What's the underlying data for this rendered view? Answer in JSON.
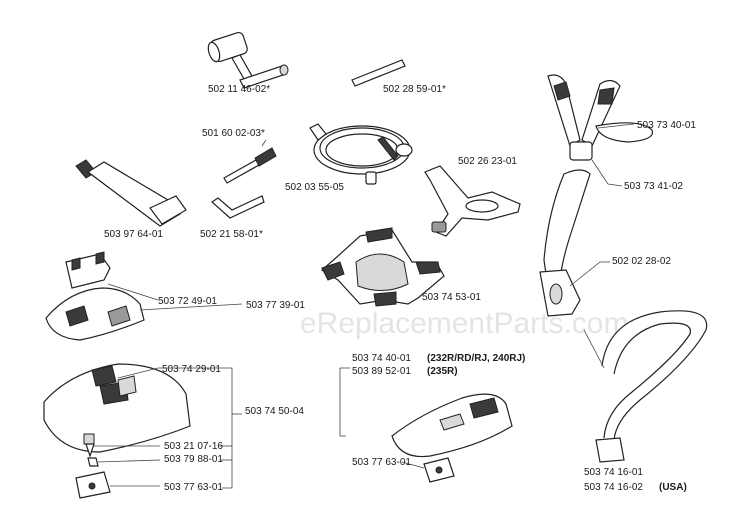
{
  "watermark": "eReplacementParts.com",
  "labels": {
    "p1": "502 11 46-02*",
    "p2": "502 28 59-01*",
    "p3": "501 60 02-03*",
    "p4": "502 03 55-05",
    "p5": "502 26 23-01",
    "p6": "503 97 64-01",
    "p7": "502 21 58-01*",
    "p8": "503 72 49-01",
    "p9": "503 77 39-01",
    "p10": "503 74 53-01",
    "p11": "503 73 40-01",
    "p12": "503 73 41-02",
    "p13": "502 02 28-02",
    "p14": "503 74 29-01",
    "p15": "503 74 50-04",
    "p16": "503 21 07-16",
    "p17": "503 79 88-01",
    "p18": "503 77 63-01",
    "p19": "503 74 40-01",
    "p19_note": "(232R/RD/RJ, 240RJ)",
    "p20": "503 89 52-01",
    "p20_note": "(235R)",
    "p21": "503 77 63-01",
    "p22": "503 74 16-01",
    "p23": "503 74 16-02",
    "p23_note": "(USA)"
  }
}
